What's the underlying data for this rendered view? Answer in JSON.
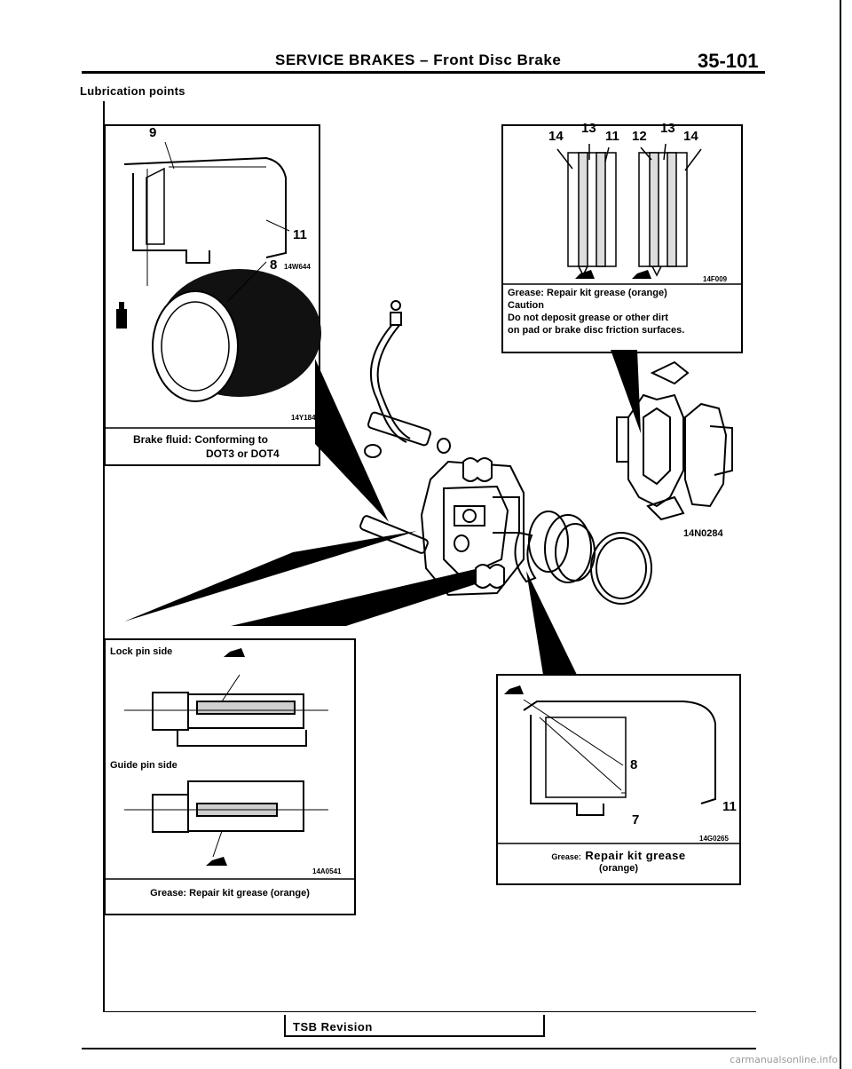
{
  "header": {
    "title": "SERVICE BRAKES – Front Disc Brake",
    "page_number": "35-101",
    "subtitle": "Lubrication points"
  },
  "panels": {
    "top_left": {
      "callouts": [
        "9",
        "11",
        "8"
      ],
      "code_1": "14W644",
      "code_2": "14Y184",
      "caption_line1": "Brake fluid: Conforming to",
      "caption_line2": "DOT3 or DOT4"
    },
    "top_right": {
      "callouts": [
        "14",
        "13",
        "11",
        "12",
        "13",
        "14"
      ],
      "code": "14F009",
      "caption_line1": "Grease: Repair kit grease (orange)",
      "caption_line2": "Caution",
      "caption_line3": "Do not deposit grease or other dirt",
      "caption_line4": "on pad or brake disc friction surfaces."
    },
    "center": {
      "code": "14N0284"
    },
    "bottom_left": {
      "label_lock": "Lock pin side",
      "label_guide": "Guide pin side",
      "code": "14A0541",
      "caption": "Grease: Repair kit grease (orange)"
    },
    "bottom_right": {
      "callouts": [
        "8",
        "7",
        "11"
      ],
      "code": "14G0265",
      "caption_prefix": "Grease:",
      "caption_main": "Repair kit grease",
      "caption_sub": "(orange)"
    }
  },
  "footer": {
    "tsb_label": "TSB Revision",
    "watermark": "carmanualsonline.info"
  }
}
